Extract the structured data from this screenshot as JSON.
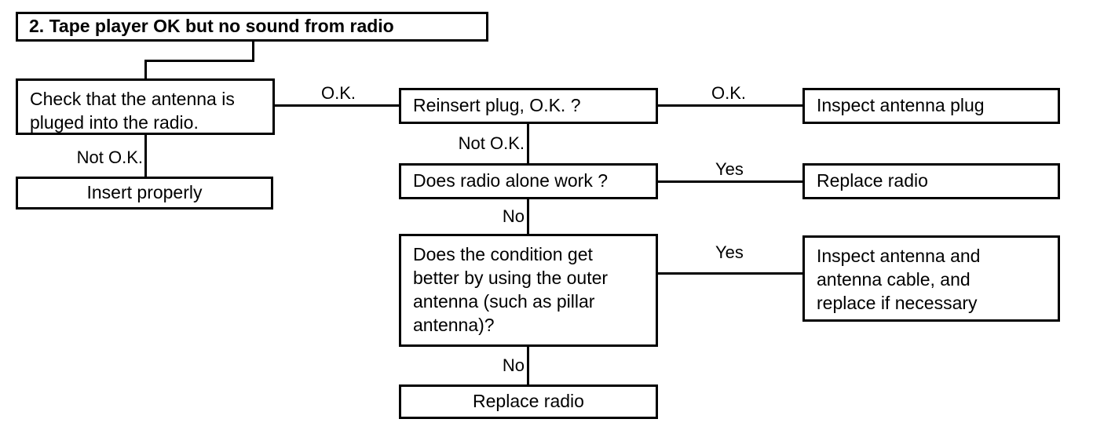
{
  "diagram": {
    "title": "2. Tape player OK but no sound from radio",
    "type": "troubleshooting-flowchart",
    "nodes": [
      {
        "id": "title",
        "label": "2. Tape player OK but no sound from radio"
      },
      {
        "id": "check-antenna",
        "label": "Check that the antenna is\npluged into the radio."
      },
      {
        "id": "insert-properly",
        "label": "Insert properly"
      },
      {
        "id": "reinsert-plug",
        "label": "Reinsert plug, O.K. ?"
      },
      {
        "id": "inspect-plug",
        "label": "Inspect antenna plug"
      },
      {
        "id": "radio-alone",
        "label": "Does radio alone work ?"
      },
      {
        "id": "replace-radio-1",
        "label": "Replace radio"
      },
      {
        "id": "outer-antenna",
        "label": "Does the condition get\nbetter by using the outer\nantenna (such as pillar\nantenna)?"
      },
      {
        "id": "inspect-cable",
        "label": "Inspect antenna and\nantenna cable, and\nreplace if necessary"
      },
      {
        "id": "replace-radio-2",
        "label": "Replace radio"
      }
    ],
    "edges": [
      {
        "id": "e1",
        "from": "check-antenna",
        "to": "reinsert-plug",
        "label": "O.K."
      },
      {
        "id": "e2",
        "from": "check-antenna",
        "to": "insert-properly",
        "label": "Not O.K."
      },
      {
        "id": "e3",
        "from": "reinsert-plug",
        "to": "inspect-plug",
        "label": "O.K."
      },
      {
        "id": "e4",
        "from": "reinsert-plug",
        "to": "radio-alone",
        "label": "Not O.K."
      },
      {
        "id": "e5",
        "from": "radio-alone",
        "to": "replace-radio-1",
        "label": "Yes"
      },
      {
        "id": "e6",
        "from": "radio-alone",
        "to": "outer-antenna",
        "label": "No"
      },
      {
        "id": "e7",
        "from": "outer-antenna",
        "to": "inspect-cable",
        "label": "Yes"
      },
      {
        "id": "e8",
        "from": "outer-antenna",
        "to": "replace-radio-2",
        "label": "No"
      },
      {
        "id": "e9",
        "from": "title",
        "to": "check-antenna",
        "label": ""
      }
    ],
    "colors": {
      "stroke": "#000000",
      "fill": "#ffffff",
      "text": "#000000"
    }
  }
}
